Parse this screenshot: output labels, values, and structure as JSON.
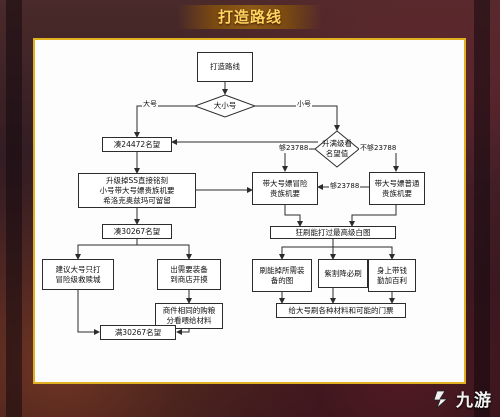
{
  "header": {
    "title": "打造路线"
  },
  "flowchart": {
    "nodes": {
      "start": "打造路线",
      "decision_size": "大小号",
      "collect_24472": "凑24472名望",
      "upgrade": "升级掉SS直接铭刻\n小号带大号嫖贵族机要\n希洛克奥兹玛可留留",
      "collect_30267": "凑30267名望",
      "suggest": "建议大号只打\n冒险级救赎城",
      "sell_equip": "出需要装备\n到商店开摸",
      "trade": "商件相同的购粮\n分看喂给材料",
      "full_30267": "满30267名望",
      "decision_fame": "升满级看\n名望值",
      "adventure_noble": "带大号嫖冒险\n贵族机要",
      "normal_noble": "带大号嫖普通\n贵族机要",
      "frenzy": "狂刷能打过最高级白图",
      "brush_equip": "刷能掉所需装\n备的图",
      "purple": "紫割降必刷",
      "gold_on": "身上带钱\n勤加百利",
      "give_materials": "给大号刷各种材料和可能的门票"
    },
    "edge_labels": {
      "big": "大号",
      "small": "小号",
      "enough": "够23788",
      "not_enough": "不够23788",
      "enough2": "够23788"
    }
  },
  "watermark": {
    "brand": "九游"
  },
  "colors": {
    "panel_border": "#e0b020",
    "title_text": "#ffd45e",
    "line": "#2c2c2c"
  }
}
